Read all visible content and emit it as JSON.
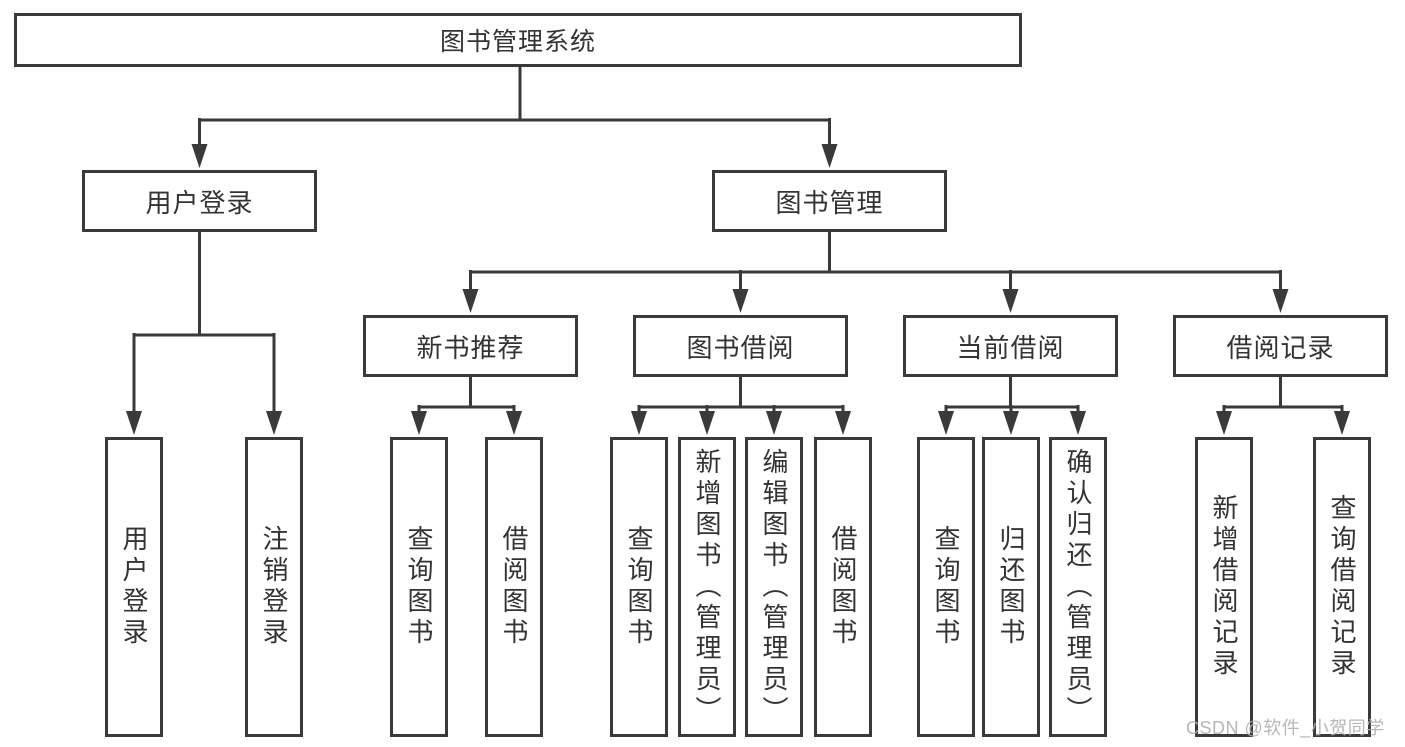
{
  "watermark": "CSDN @软件_小贺同学",
  "tree": {
    "root": "图书管理系统",
    "user": {
      "label": "用户登录",
      "children": [
        "用户登录",
        "注销登录"
      ]
    },
    "book": {
      "label": "图书管理",
      "groups": [
        {
          "label": "新书推荐",
          "children": [
            "查询图书",
            "借阅图书"
          ]
        },
        {
          "label": "图书借阅",
          "children": [
            "查询图书",
            "新增图书（管理员）",
            "编辑图书（管理员）",
            "借阅图书"
          ]
        },
        {
          "label": "当前借阅",
          "children": [
            "查询图书",
            "归还图书",
            "确认归还（管理员）"
          ]
        },
        {
          "label": "借阅记录",
          "children": [
            "新增借阅记录",
            "查询借阅记录"
          ]
        }
      ]
    }
  },
  "colors": {
    "line": "#3a3a3a",
    "text": "#333333",
    "watermark": "#b0b0b0",
    "background": "#ffffff"
  }
}
